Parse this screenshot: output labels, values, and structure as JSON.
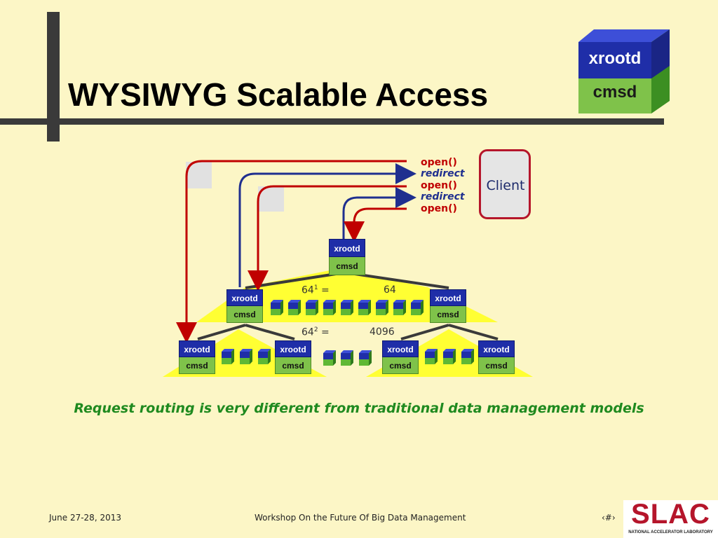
{
  "title": "WYSIWYG Scalable Access",
  "legend": {
    "top_label": "xrootd",
    "bottom_label": "cmsd",
    "top_color": "#1f2ea8",
    "bottom_color": "#7fc24a"
  },
  "client": {
    "label": "Client"
  },
  "messages": [
    "open()",
    "redirect",
    "open()",
    "redirect",
    "open()"
  ],
  "node": {
    "top_label": "xrootd",
    "bottom_label": "cmsd"
  },
  "counts": {
    "level1": {
      "base": "64",
      "exp": "1",
      "eq": "=",
      "value": "64"
    },
    "level2": {
      "base": "64",
      "exp": "2",
      "eq": "=",
      "value": "4096"
    }
  },
  "caption": "Request routing is very different from traditional data management models",
  "footer": {
    "date": "June 27-28, 2013",
    "event": "Workshop On the Future Of Big Data Management",
    "page": "‹#›"
  },
  "logo": {
    "name": "SLAC",
    "subtitle": "NATIONAL ACCELERATOR LABORATORY"
  },
  "colors": {
    "open": "#c00000",
    "redirect": "#1f2f8f",
    "caption": "#1f8a1f",
    "background": "#fcf6c6"
  }
}
